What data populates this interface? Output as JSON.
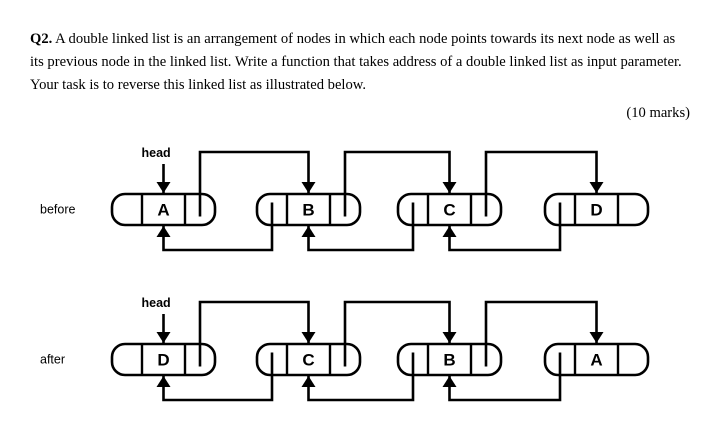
{
  "question": {
    "label": "Q2.",
    "text": " A double linked list is an arrangement of nodes in which each node points towards its next node as well as its previous node in the linked list. Write a function that takes address of a double linked list as input parameter. Your task is to reverse this linked list as illustrated below.",
    "marks": "(10 marks)"
  },
  "diagram": {
    "head_label": "head",
    "rows": [
      {
        "row_label": "before",
        "nodes": [
          "A",
          "B",
          "C",
          "D"
        ],
        "head_points_to": "A",
        "next_links": [
          "A->B",
          "B->C",
          "C->D"
        ],
        "prev_links": [
          "B->A",
          "C->B",
          "D->C"
        ]
      },
      {
        "row_label": "after",
        "nodes": [
          "D",
          "C",
          "B",
          "A"
        ],
        "head_points_to": "D",
        "next_links": [
          "D->C",
          "C->B",
          "B->A"
        ],
        "prev_links": [
          "C->D",
          "B->C",
          "A->B"
        ]
      }
    ]
  },
  "colors": {
    "ink": "#000000",
    "paper": "#ffffff"
  }
}
